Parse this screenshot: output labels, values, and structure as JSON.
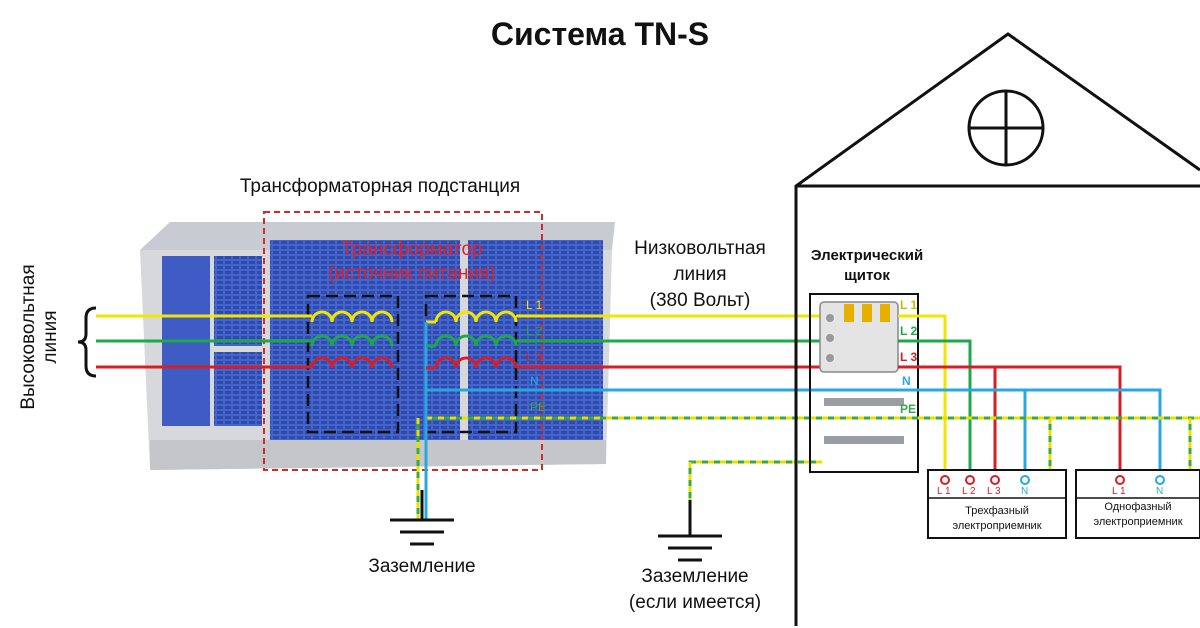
{
  "title": "Система TN-S",
  "high_voltage_line": {
    "line1": "Высоковольтная",
    "line2": "линия"
  },
  "substation": {
    "label": "Трансформаторная подстанция"
  },
  "transformer": {
    "label_line1": "Трансформатор",
    "label_line2": "(источник питания)"
  },
  "low_voltage_line": {
    "line1": "Низковольтная",
    "line2": "линия",
    "line3": "(380 Вольт)"
  },
  "panel": {
    "line1": "Электрический",
    "line2": "щиток"
  },
  "conductors": {
    "l1": "L 1",
    "l2": "L 2",
    "l3": "L 3",
    "n": "N",
    "pe": "PE",
    "transformer_l1": "L 1",
    "transformer_l2": "L 2",
    "transformer_l3": "L 3",
    "transformer_n": "N",
    "transformer_pe": "PE"
  },
  "three_phase_receiver": {
    "terminals": [
      "L 1",
      "L 2",
      "L 3",
      "N"
    ],
    "line1": "Трехфазный",
    "line2": "электроприемник"
  },
  "single_phase_receiver": {
    "terminals": [
      "L 1",
      "N"
    ],
    "line1": "Однофазный",
    "line2": "электроприемник"
  },
  "grounding": {
    "label": "Заземление"
  },
  "grounding_optional": {
    "line1": "Заземление",
    "line2": "(если имеется)"
  },
  "colors": {
    "l1": "#f2e600",
    "l2": "#1fa84a",
    "l3": "#d71e26",
    "n": "#28a8e0",
    "pe_green": "#3aa84a",
    "pe_yellow": "#e8e000",
    "dashed_frame": "#d02a2a",
    "substation_blue": "#3f5fc8"
  }
}
